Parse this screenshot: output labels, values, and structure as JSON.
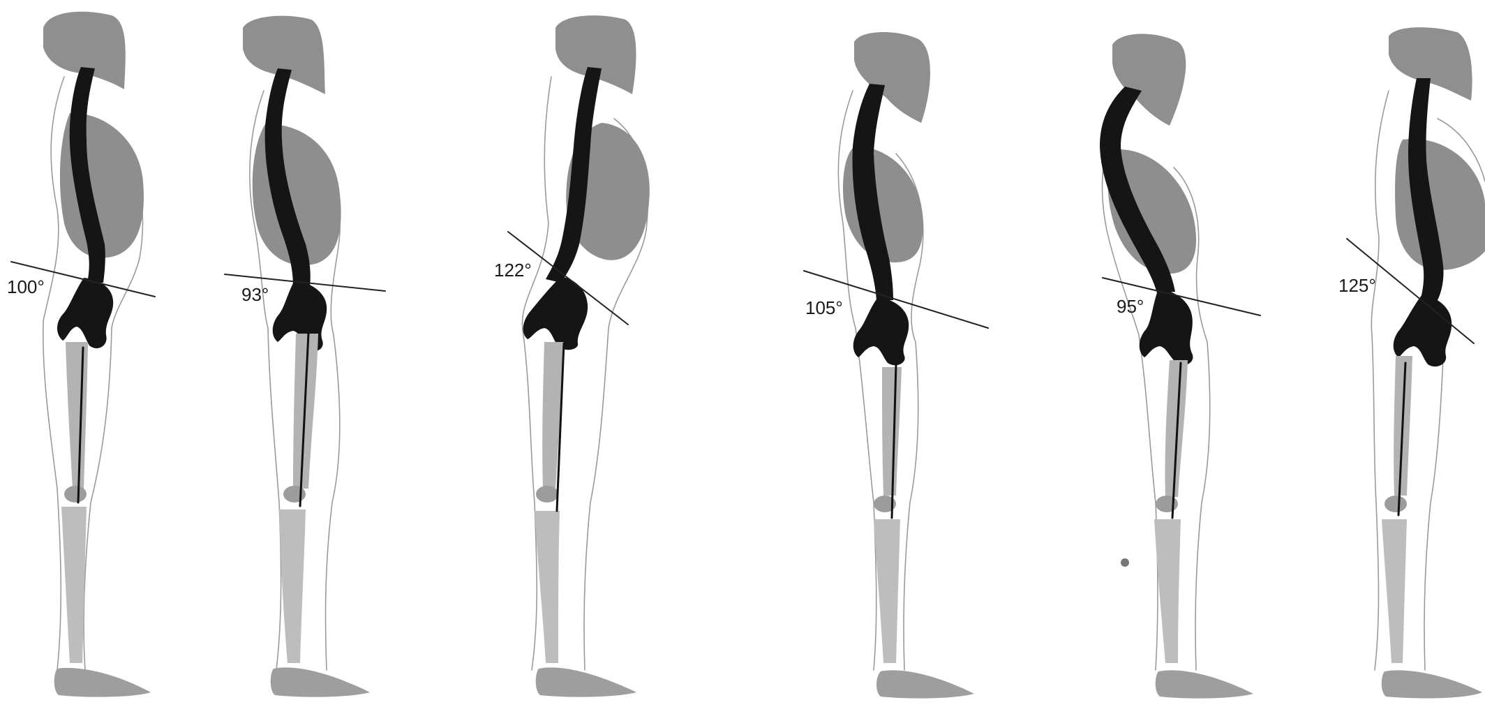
{
  "figures": [
    {
      "id": "posture-1",
      "angle_label": "100°"
    },
    {
      "id": "posture-2",
      "angle_label": "93°"
    },
    {
      "id": "posture-3",
      "angle_label": "122°"
    },
    {
      "id": "posture-4",
      "angle_label": "105°"
    },
    {
      "id": "posture-5",
      "angle_label": "95°"
    },
    {
      "id": "posture-6",
      "angle_label": "125°"
    }
  ],
  "colors": {
    "spine_pelvis": "#151515",
    "skull_ribcage": "#8f8f8f",
    "leg_bones": "#b3b3b3",
    "background": "#ffffff"
  }
}
